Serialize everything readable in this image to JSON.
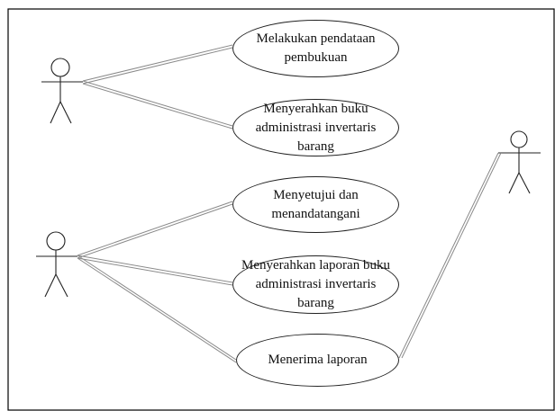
{
  "diagram": {
    "use_cases": [
      {
        "id": "uc1",
        "label": "Melakukan pendataan\npembukuan"
      },
      {
        "id": "uc2",
        "label": "Menyerahkan buku\nadministrasi invertaris barang"
      },
      {
        "id": "uc3",
        "label": "Menyetujui dan\nmenandatangani"
      },
      {
        "id": "uc4",
        "label": "Menyerahkan laporan buku\nadministrasi invertaris barang"
      },
      {
        "id": "uc5",
        "label": "Menerima laporan"
      }
    ],
    "actors": [
      {
        "id": "actor-1",
        "label": ""
      },
      {
        "id": "actor-2",
        "label": ""
      },
      {
        "id": "actor-3",
        "label": ""
      }
    ],
    "associations": [
      {
        "from": "actor-1",
        "to": "uc1"
      },
      {
        "from": "actor-1",
        "to": "uc2"
      },
      {
        "from": "actor-2",
        "to": "uc3"
      },
      {
        "from": "actor-2",
        "to": "uc4"
      },
      {
        "from": "actor-2",
        "to": "uc5"
      },
      {
        "from": "actor-3",
        "to": "uc5"
      }
    ],
    "colors": {
      "frame": "#000000",
      "stroke": "#222222",
      "connector": "#8a8a8a",
      "background": "#ffffff"
    }
  }
}
